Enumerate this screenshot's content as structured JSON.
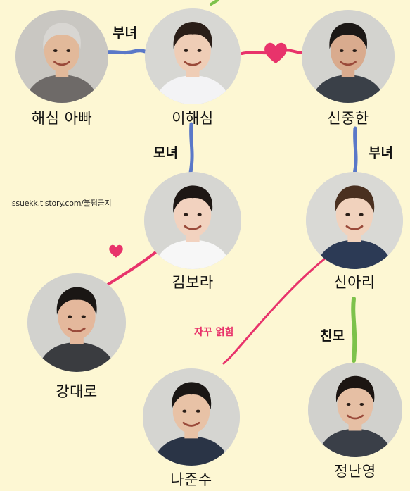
{
  "colors": {
    "background": "#fdf7d3",
    "parent_link": "#5a78c8",
    "love_link": "#e8336b",
    "birth_link": "#7dc24b",
    "tangle_text": "#e8336b"
  },
  "watermark": "issuekk.tistory.com/불펌금지",
  "people": [
    {
      "id": "p1",
      "name": "해심 아빠",
      "hair": "#d8d6d2",
      "skin": "#e2b99a",
      "shirt": "#6e6a68",
      "bg": "#c9c7c2"
    },
    {
      "id": "p2",
      "name": "이해심",
      "hair": "#2a1e18",
      "skin": "#efcdb6",
      "shirt": "#f3f3f5",
      "bg": "#d7d7d3"
    },
    {
      "id": "p3",
      "name": "신중한",
      "hair": "#1c1816",
      "skin": "#d9ab8e",
      "shirt": "#3a4048",
      "bg": "#d3d3cf"
    },
    {
      "id": "p4",
      "name": "김보라",
      "hair": "#1e1714",
      "skin": "#f2d2bf",
      "shirt": "#f7f7f7",
      "bg": "#d6d6d2"
    },
    {
      "id": "p5",
      "name": "신아리",
      "hair": "#4a3020",
      "skin": "#f1d2bd",
      "shirt": "#2c3a55",
      "bg": "#d9d9d5"
    },
    {
      "id": "p6",
      "name": "강대로",
      "hair": "#1a1614",
      "skin": "#e4b89c",
      "shirt": "#3a3c40",
      "bg": "#d2d2ce"
    },
    {
      "id": "p7",
      "name": "나준수",
      "hair": "#1a1614",
      "skin": "#e8c2a6",
      "shirt": "#2a3446",
      "bg": "#d5d5d1"
    },
    {
      "id": "p8",
      "name": "정난영",
      "hair": "#1c1512",
      "skin": "#e6bfa4",
      "shirt": "#3a3f48",
      "bg": "#d1d1cd"
    }
  ],
  "relations": {
    "father_daughter_top": "부녀",
    "mother_daughter": "모녀",
    "father_daughter_right": "부녀",
    "birth_mother": "친모",
    "tangled": "자꾸 얽힘"
  },
  "icons": {
    "heart_top": "heart-icon",
    "heart_left": "heart-icon"
  }
}
